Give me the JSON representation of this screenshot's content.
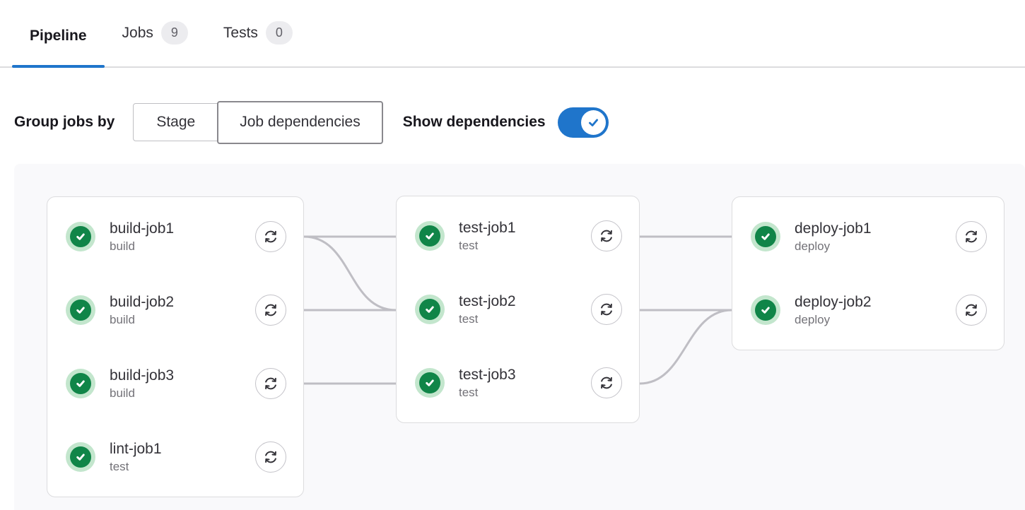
{
  "tabs": {
    "items": [
      {
        "label": "Pipeline",
        "active": true
      },
      {
        "label": "Jobs",
        "badge": "9"
      },
      {
        "label": "Tests",
        "badge": "0"
      }
    ]
  },
  "controls": {
    "group_jobs_by_label": "Group jobs by",
    "segments": [
      {
        "label": "Stage",
        "selected": false
      },
      {
        "label": "Job dependencies",
        "selected": true
      }
    ],
    "show_dependencies_label": "Show dependencies",
    "show_dependencies_on": true
  },
  "graph": {
    "columns": [
      {
        "jobs": [
          {
            "name": "build-job1",
            "stage": "build",
            "status": "success"
          },
          {
            "name": "build-job2",
            "stage": "build",
            "status": "success"
          },
          {
            "name": "build-job3",
            "stage": "build",
            "status": "success"
          },
          {
            "name": "lint-job1",
            "stage": "test",
            "status": "success"
          }
        ]
      },
      {
        "jobs": [
          {
            "name": "test-job1",
            "stage": "test",
            "status": "success"
          },
          {
            "name": "test-job2",
            "stage": "test",
            "status": "success"
          },
          {
            "name": "test-job3",
            "stage": "test",
            "status": "success"
          }
        ]
      },
      {
        "jobs": [
          {
            "name": "deploy-job1",
            "stage": "deploy",
            "status": "success"
          },
          {
            "name": "deploy-job2",
            "stage": "deploy",
            "status": "success"
          }
        ]
      }
    ],
    "dependencies": [
      {
        "from": "build-job1",
        "to": "test-job1"
      },
      {
        "from": "build-job1",
        "to": "test-job2"
      },
      {
        "from": "build-job2",
        "to": "test-job2"
      },
      {
        "from": "build-job3",
        "to": "test-job3"
      },
      {
        "from": "test-job1",
        "to": "deploy-job1"
      },
      {
        "from": "test-job2",
        "to": "deploy-job2"
      },
      {
        "from": "test-job3",
        "to": "deploy-job2"
      }
    ]
  },
  "colors": {
    "accent_blue": "#1f75cb",
    "success_green": "#108548",
    "success_green_ring": "#c3e6cd",
    "connector_gray": "#bfbec4",
    "graph_background": "#f9f9fb"
  }
}
